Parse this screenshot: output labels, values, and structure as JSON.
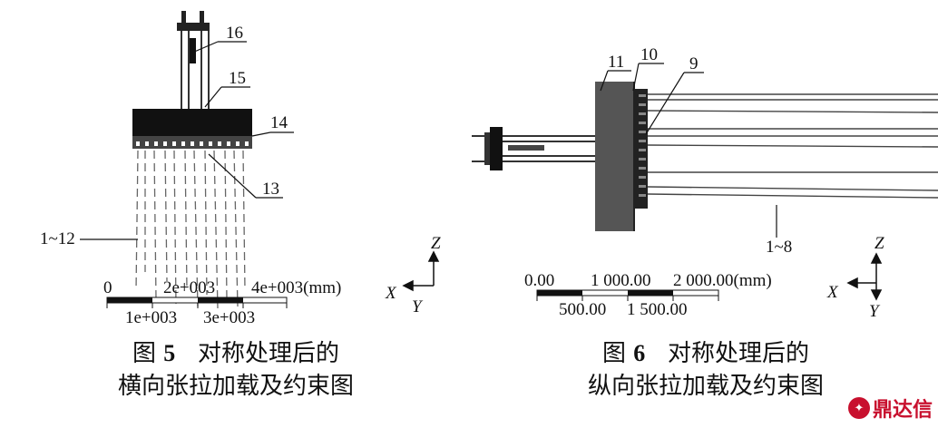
{
  "figure5": {
    "caption_prefix": "图",
    "caption_number": "5",
    "caption_line1": "对称处理后的",
    "caption_line2": "横向张拉加载及约束图",
    "labels": {
      "l16": "16",
      "l15": "15",
      "l14": "14",
      "l13": "13",
      "l1_12": "1~12"
    },
    "scale_top": [
      "0",
      "2e+003",
      "4e+003(mm)"
    ],
    "scale_bottom": [
      "1e+003",
      "3e+003"
    ],
    "axes": {
      "z": "Z",
      "x": "X",
      "y": "Y"
    }
  },
  "figure6": {
    "caption_prefix": "图",
    "caption_number": "6",
    "caption_line1": "对称处理后的",
    "caption_line2": "纵向张拉加载及约束图",
    "labels": {
      "l11": "11",
      "l10": "10",
      "l9": "9",
      "l1_8": "1~8"
    },
    "scale_top": [
      "0.00",
      "1 000.00",
      "2 000.00(mm)"
    ],
    "scale_bottom": [
      "500.00",
      "1 500.00"
    ],
    "axes": {
      "z": "Z",
      "x": "X",
      "y": "Y"
    }
  },
  "watermark": {
    "text": "鼎达信",
    "icon": "logo-icon"
  }
}
